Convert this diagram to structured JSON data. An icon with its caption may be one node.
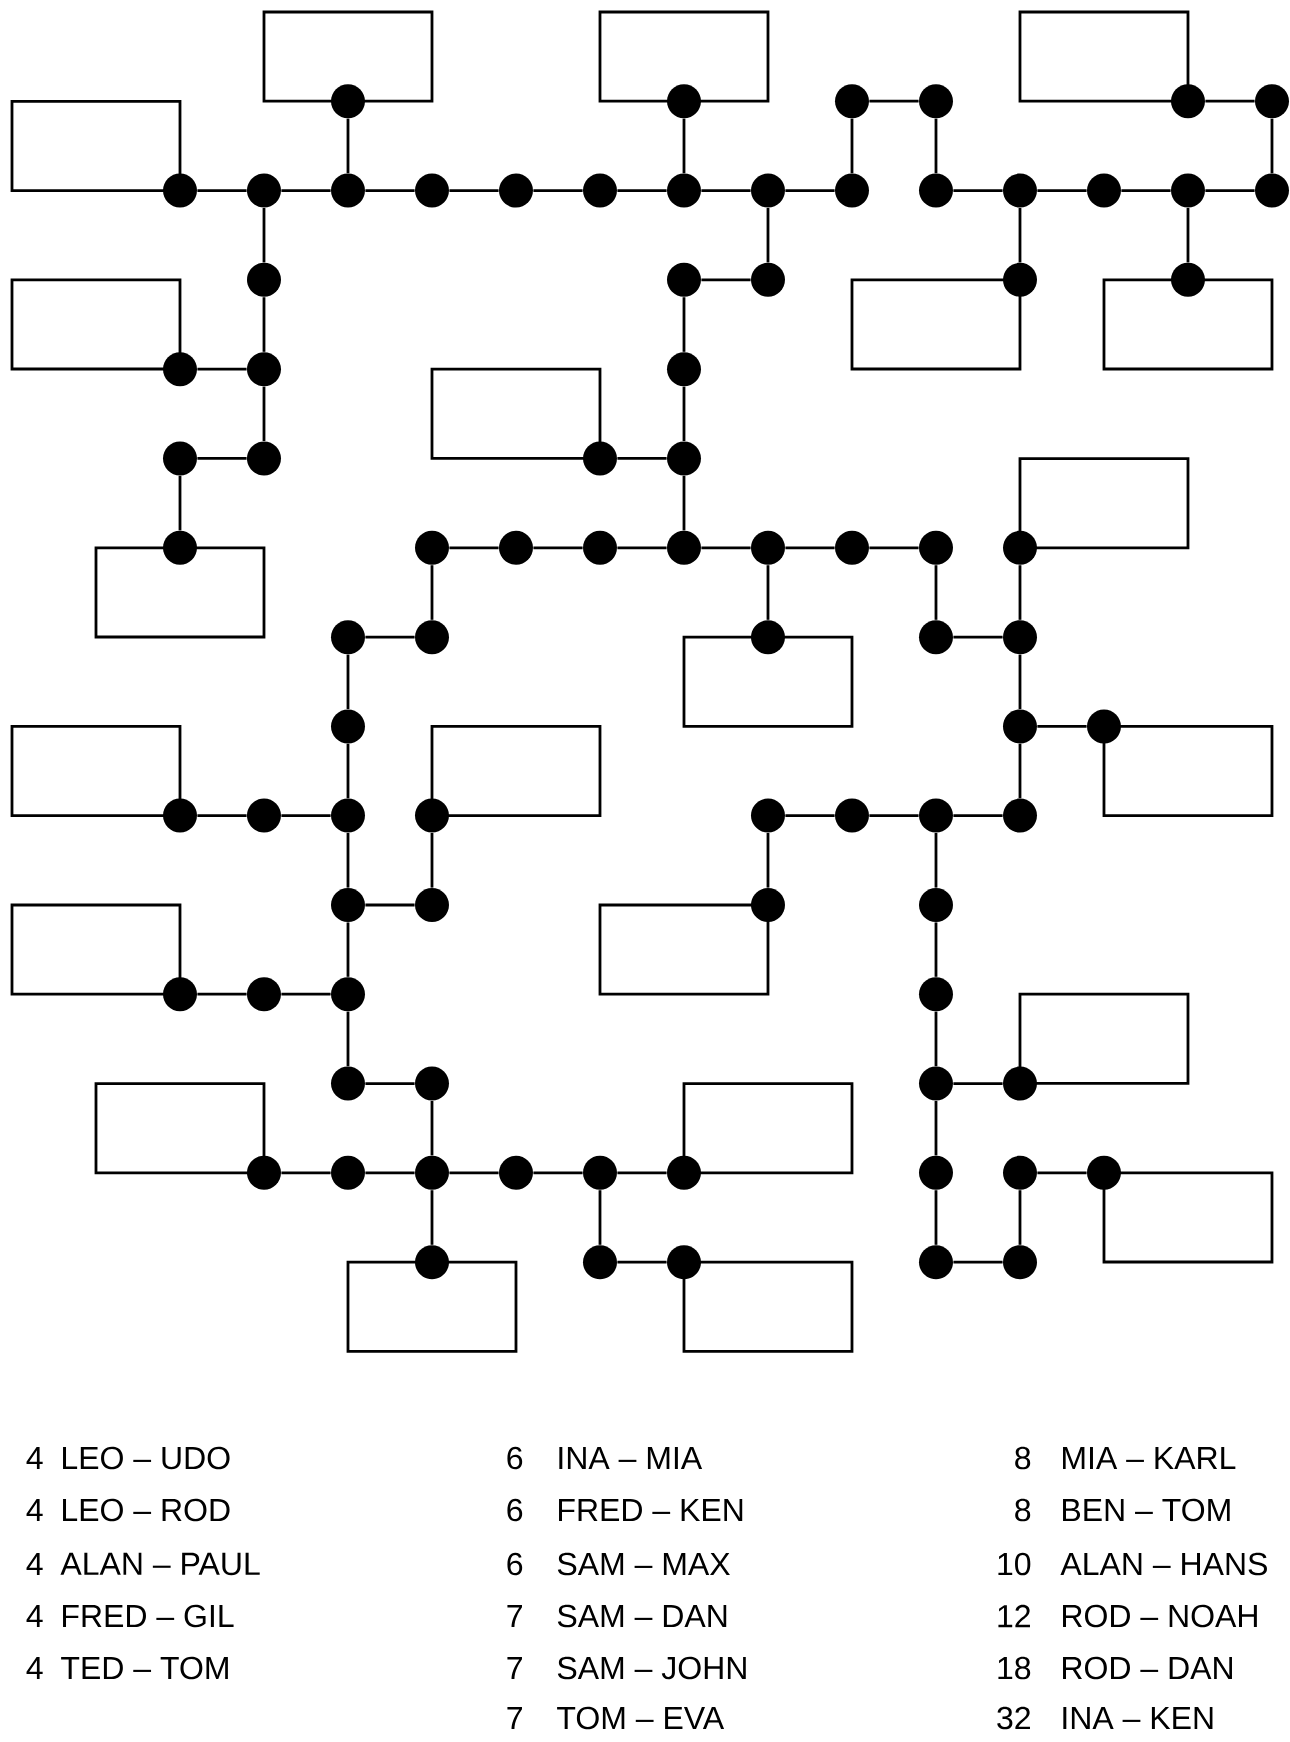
{
  "diagram": {
    "nodes": [
      {
        "text": [],
        "shape": "box"
      },
      {
        "text": [],
        "shape": "box"
      },
      {
        "text": [],
        "shape": "box"
      },
      {
        "text": [],
        "shape": "box"
      },
      {
        "text": [],
        "shape": "box"
      },
      {
        "text": [],
        "shape": "box"
      },
      {
        "text": [],
        "shape": "box"
      },
      {
        "text": [],
        "shape": "box"
      },
      {
        "text": [],
        "shape": "box"
      },
      {
        "text": [],
        "shape": "box"
      },
      {
        "text": [],
        "shape": "box"
      },
      {
        "text": [],
        "shape": "box"
      },
      {
        "text": [],
        "shape": "box"
      },
      {
        "text": [],
        "shape": "box"
      },
      {
        "text": [],
        "shape": "box"
      },
      {
        "text": [],
        "shape": "box"
      },
      {
        "text": [],
        "shape": "box"
      },
      {
        "text": [],
        "shape": "box"
      },
      {
        "text": [],
        "shape": "box"
      },
      {
        "text": [],
        "shape": "box"
      },
      {
        "text": [],
        "shape": "box"
      },
      {
        "text": [],
        "shape": "box"
      },
      {
        "text": [],
        "shape": "circle"
      },
      {
        "text": [],
        "shape": "circle"
      },
      {
        "text": [],
        "shape": "circle"
      },
      {
        "text": [],
        "shape": "circle"
      },
      {
        "text": [],
        "shape": "circle"
      },
      {
        "text": [],
        "shape": "circle"
      },
      {
        "text": [],
        "shape": "circle"
      },
      {
        "text": [],
        "shape": "circle"
      },
      {
        "text": [],
        "shape": "circle"
      },
      {
        "text": [],
        "shape": "circle"
      },
      {
        "text": [],
        "shape": "circle"
      },
      {
        "text": [],
        "shape": "circle"
      },
      {
        "text": [],
        "shape": "circle"
      },
      {
        "text": [],
        "shape": "circle"
      },
      {
        "text": [],
        "shape": "circle"
      },
      {
        "text": [],
        "shape": "circle"
      },
      {
        "text": [],
        "shape": "circle"
      },
      {
        "text": [],
        "shape": "circle"
      },
      {
        "text": [],
        "shape": "circle"
      },
      {
        "text": [],
        "shape": "circle"
      },
      {
        "text": [],
        "shape": "circle"
      },
      {
        "text": [],
        "shape": "circle"
      },
      {
        "text": [],
        "shape": "circle"
      },
      {
        "text": [],
        "shape": "circle"
      },
      {
        "text": [],
        "shape": "circle"
      },
      {
        "text": [],
        "shape": "circle"
      },
      {
        "text": [],
        "shape": "circle"
      },
      {
        "text": [],
        "shape": "circle"
      },
      {
        "text": [],
        "shape": "circle"
      },
      {
        "text": [],
        "shape": "circle"
      },
      {
        "text": [],
        "shape": "circle"
      },
      {
        "text": [],
        "shape": "circle"
      },
      {
        "text": [],
        "shape": "circle"
      },
      {
        "text": [],
        "shape": "circle"
      },
      {
        "text": [],
        "shape": "circle"
      },
      {
        "text": [],
        "shape": "circle"
      },
      {
        "text": [],
        "shape": "circle"
      },
      {
        "text": [],
        "shape": "circle"
      },
      {
        "text": [],
        "shape": "circle"
      },
      {
        "text": [],
        "shape": "circle"
      },
      {
        "text": [],
        "shape": "circle"
      },
      {
        "text": [],
        "shape": "circle"
      },
      {
        "text": [],
        "shape": "circle"
      },
      {
        "text": [],
        "shape": "circle"
      },
      {
        "text": [],
        "shape": "circle"
      },
      {
        "text": [],
        "shape": "circle"
      },
      {
        "text": [],
        "shape": "circle"
      },
      {
        "text": [],
        "shape": "circle"
      },
      {
        "text": [],
        "shape": "circle"
      },
      {
        "text": [],
        "shape": "circle"
      },
      {
        "text": [],
        "shape": "circle"
      },
      {
        "text": [],
        "shape": "circle"
      },
      {
        "text": [],
        "shape": "circle"
      },
      {
        "text": [],
        "shape": "circle"
      },
      {
        "text": [],
        "shape": "circle"
      },
      {
        "text": [],
        "shape": "circle"
      },
      {
        "text": [],
        "shape": "circle"
      },
      {
        "text": [],
        "shape": "circle"
      },
      {
        "text": [],
        "shape": "circle"
      },
      {
        "text": [],
        "shape": "circle"
      },
      {
        "text": [],
        "shape": "circle"
      },
      {
        "text": [],
        "shape": "circle"
      },
      {
        "text": [],
        "shape": "circle"
      },
      {
        "text": [],
        "shape": "circle"
      },
      {
        "text": [],
        "shape": "circle"
      },
      {
        "text": [],
        "shape": "circle"
      },
      {
        "text": [],
        "shape": "circle"
      },
      {
        "text": [],
        "shape": "circle"
      },
      {
        "text": [],
        "shape": "circle"
      },
      {
        "text": [],
        "shape": "circle"
      },
      {
        "text": [],
        "shape": "circle"
      },
      {
        "text": [],
        "shape": "circle"
      },
      {
        "text": [],
        "shape": "circle"
      },
      {
        "text": [],
        "shape": "circle"
      },
      {
        "text": [],
        "shape": "circle"
      },
      {
        "text": [],
        "shape": "circle"
      },
      {
        "text": [],
        "shape": "circle"
      },
      {
        "text": [],
        "shape": "circle"
      },
      {
        "text": [],
        "shape": "circle"
      },
      {
        "text": [],
        "shape": "circle"
      },
      {
        "text": [],
        "shape": "circle"
      },
      {
        "text": [],
        "shape": "circle"
      },
      {
        "text": [],
        "shape": "circle"
      }
    ],
    "edges": [
      {
        "from": 24,
        "to": 25,
        "arrow": "none"
      },
      {
        "from": 26,
        "to": 27,
        "arrow": "none"
      },
      {
        "from": 28,
        "to": 29,
        "arrow": "none"
      },
      {
        "from": 29,
        "to": 30,
        "arrow": "none"
      },
      {
        "from": 30,
        "to": 31,
        "arrow": "none"
      },
      {
        "from": 31,
        "to": 32,
        "arrow": "none"
      },
      {
        "from": 32,
        "to": 33,
        "arrow": "none"
      },
      {
        "from": 33,
        "to": 34,
        "arrow": "none"
      },
      {
        "from": 34,
        "to": 35,
        "arrow": "none"
      },
      {
        "from": 35,
        "to": 36,
        "arrow": "none"
      },
      {
        "from": 37,
        "to": 38,
        "arrow": "none"
      },
      {
        "from": 38,
        "to": 39,
        "arrow": "none"
      },
      {
        "from": 39,
        "to": 40,
        "arrow": "none"
      },
      {
        "from": 40,
        "to": 41,
        "arrow": "none"
      },
      {
        "from": 43,
        "to": 44,
        "arrow": "none"
      },
      {
        "from": 47,
        "to": 48,
        "arrow": "none"
      },
      {
        "from": 50,
        "to": 51,
        "arrow": "none"
      },
      {
        "from": 52,
        "to": 53,
        "arrow": "none"
      },
      {
        "from": 55,
        "to": 56,
        "arrow": "none"
      },
      {
        "from": 56,
        "to": 57,
        "arrow": "none"
      },
      {
        "from": 57,
        "to": 58,
        "arrow": "none"
      },
      {
        "from": 58,
        "to": 59,
        "arrow": "none"
      },
      {
        "from": 59,
        "to": 60,
        "arrow": "none"
      },
      {
        "from": 60,
        "to": 61,
        "arrow": "none"
      },
      {
        "from": 63,
        "to": 64,
        "arrow": "none"
      },
      {
        "from": 66,
        "to": 67,
        "arrow": "none"
      },
      {
        "from": 69,
        "to": 70,
        "arrow": "none"
      },
      {
        "from": 71,
        "to": 72,
        "arrow": "none"
      },
      {
        "from": 72,
        "to": 73,
        "arrow": "none"
      },
      {
        "from": 75,
        "to": 76,
        "arrow": "none"
      },
      {
        "from": 76,
        "to": 77,
        "arrow": "none"
      },
      {
        "from": 77,
        "to": 78,
        "arrow": "none"
      },
      {
        "from": 79,
        "to": 80,
        "arrow": "none"
      },
      {
        "from": 83,
        "to": 84,
        "arrow": "none"
      },
      {
        "from": 84,
        "to": 85,
        "arrow": "none"
      },
      {
        "from": 89,
        "to": 90,
        "arrow": "none"
      },
      {
        "from": 87,
        "to": 88,
        "arrow": "none"
      },
      {
        "from": 91,
        "to": 92,
        "arrow": "none"
      },
      {
        "from": 92,
        "to": 93,
        "arrow": "none"
      },
      {
        "from": 93,
        "to": 94,
        "arrow": "none"
      },
      {
        "from": 94,
        "to": 95,
        "arrow": "none"
      },
      {
        "from": 95,
        "to": 96,
        "arrow": "none"
      },
      {
        "from": 98,
        "to": 99,
        "arrow": "none"
      },
      {
        "from": 101,
        "to": 102,
        "arrow": "none"
      },
      {
        "from": 103,
        "to": 104,
        "arrow": "none"
      },
      {
        "from": 22,
        "to": 30,
        "arrow": "none"
      },
      {
        "from": 23,
        "to": 34,
        "arrow": "none"
      },
      {
        "from": 24,
        "to": 36,
        "arrow": "none"
      },
      {
        "from": 25,
        "to": 37,
        "arrow": "none"
      },
      {
        "from": 27,
        "to": 41,
        "arrow": "none"
      },
      {
        "from": 29,
        "to": 42,
        "arrow": "none"
      },
      {
        "from": 42,
        "to": 48,
        "arrow": "none"
      },
      {
        "from": 48,
        "to": 51,
        "arrow": "none"
      },
      {
        "from": 50,
        "to": 54,
        "arrow": "none"
      },
      {
        "from": 35,
        "to": 44,
        "arrow": "none"
      },
      {
        "from": 43,
        "to": 49,
        "arrow": "none"
      },
      {
        "from": 49,
        "to": 53,
        "arrow": "none"
      },
      {
        "from": 53,
        "to": 58,
        "arrow": "none"
      },
      {
        "from": 38,
        "to": 45,
        "arrow": "none"
      },
      {
        "from": 40,
        "to": 46,
        "arrow": "none"
      },
      {
        "from": 55,
        "to": 64,
        "arrow": "none"
      },
      {
        "from": 59,
        "to": 65,
        "arrow": "none"
      },
      {
        "from": 61,
        "to": 66,
        "arrow": "none"
      },
      {
        "from": 62,
        "to": 67,
        "arrow": "none"
      },
      {
        "from": 67,
        "to": 69,
        "arrow": "none"
      },
      {
        "from": 69,
        "to": 78,
        "arrow": "none"
      },
      {
        "from": 63,
        "to": 68,
        "arrow": "none"
      },
      {
        "from": 68,
        "to": 73,
        "arrow": "none"
      },
      {
        "from": 73,
        "to": 79,
        "arrow": "none"
      },
      {
        "from": 79,
        "to": 85,
        "arrow": "none"
      },
      {
        "from": 85,
        "to": 87,
        "arrow": "none"
      },
      {
        "from": 74,
        "to": 80,
        "arrow": "none"
      },
      {
        "from": 75,
        "to": 81,
        "arrow": "none"
      },
      {
        "from": 77,
        "to": 82,
        "arrow": "none"
      },
      {
        "from": 82,
        "to": 86,
        "arrow": "none"
      },
      {
        "from": 86,
        "to": 89,
        "arrow": "none"
      },
      {
        "from": 89,
        "to": 97,
        "arrow": "none"
      },
      {
        "from": 97,
        "to": 103,
        "arrow": "none"
      },
      {
        "from": 88,
        "to": 93,
        "arrow": "none"
      },
      {
        "from": 93,
        "to": 100,
        "arrow": "none"
      },
      {
        "from": 95,
        "to": 101,
        "arrow": "none"
      },
      {
        "from": 98,
        "to": 104,
        "arrow": "none"
      }
    ],
    "labels": [
      "4",
      "LEO – UDO",
      "4",
      "LEO – ROD",
      "4",
      "ALAN – PAUL",
      "4",
      "FRED – GIL",
      "4",
      "TED – TOM",
      "6",
      "INA – MIA",
      "6",
      "FRED – KEN",
      "6",
      "SAM – MAX",
      "7",
      "SAM – DAN",
      "7",
      "SAM – JOHN",
      "7",
      "TOM – EVA",
      "8",
      "MIA – KARL",
      "8",
      "BEN – TOM",
      "10",
      "ALAN – HANS",
      "12",
      "ROD – NOAH",
      "18",
      "ROD – DAN",
      "32",
      "INA – KEN"
    ]
  }
}
